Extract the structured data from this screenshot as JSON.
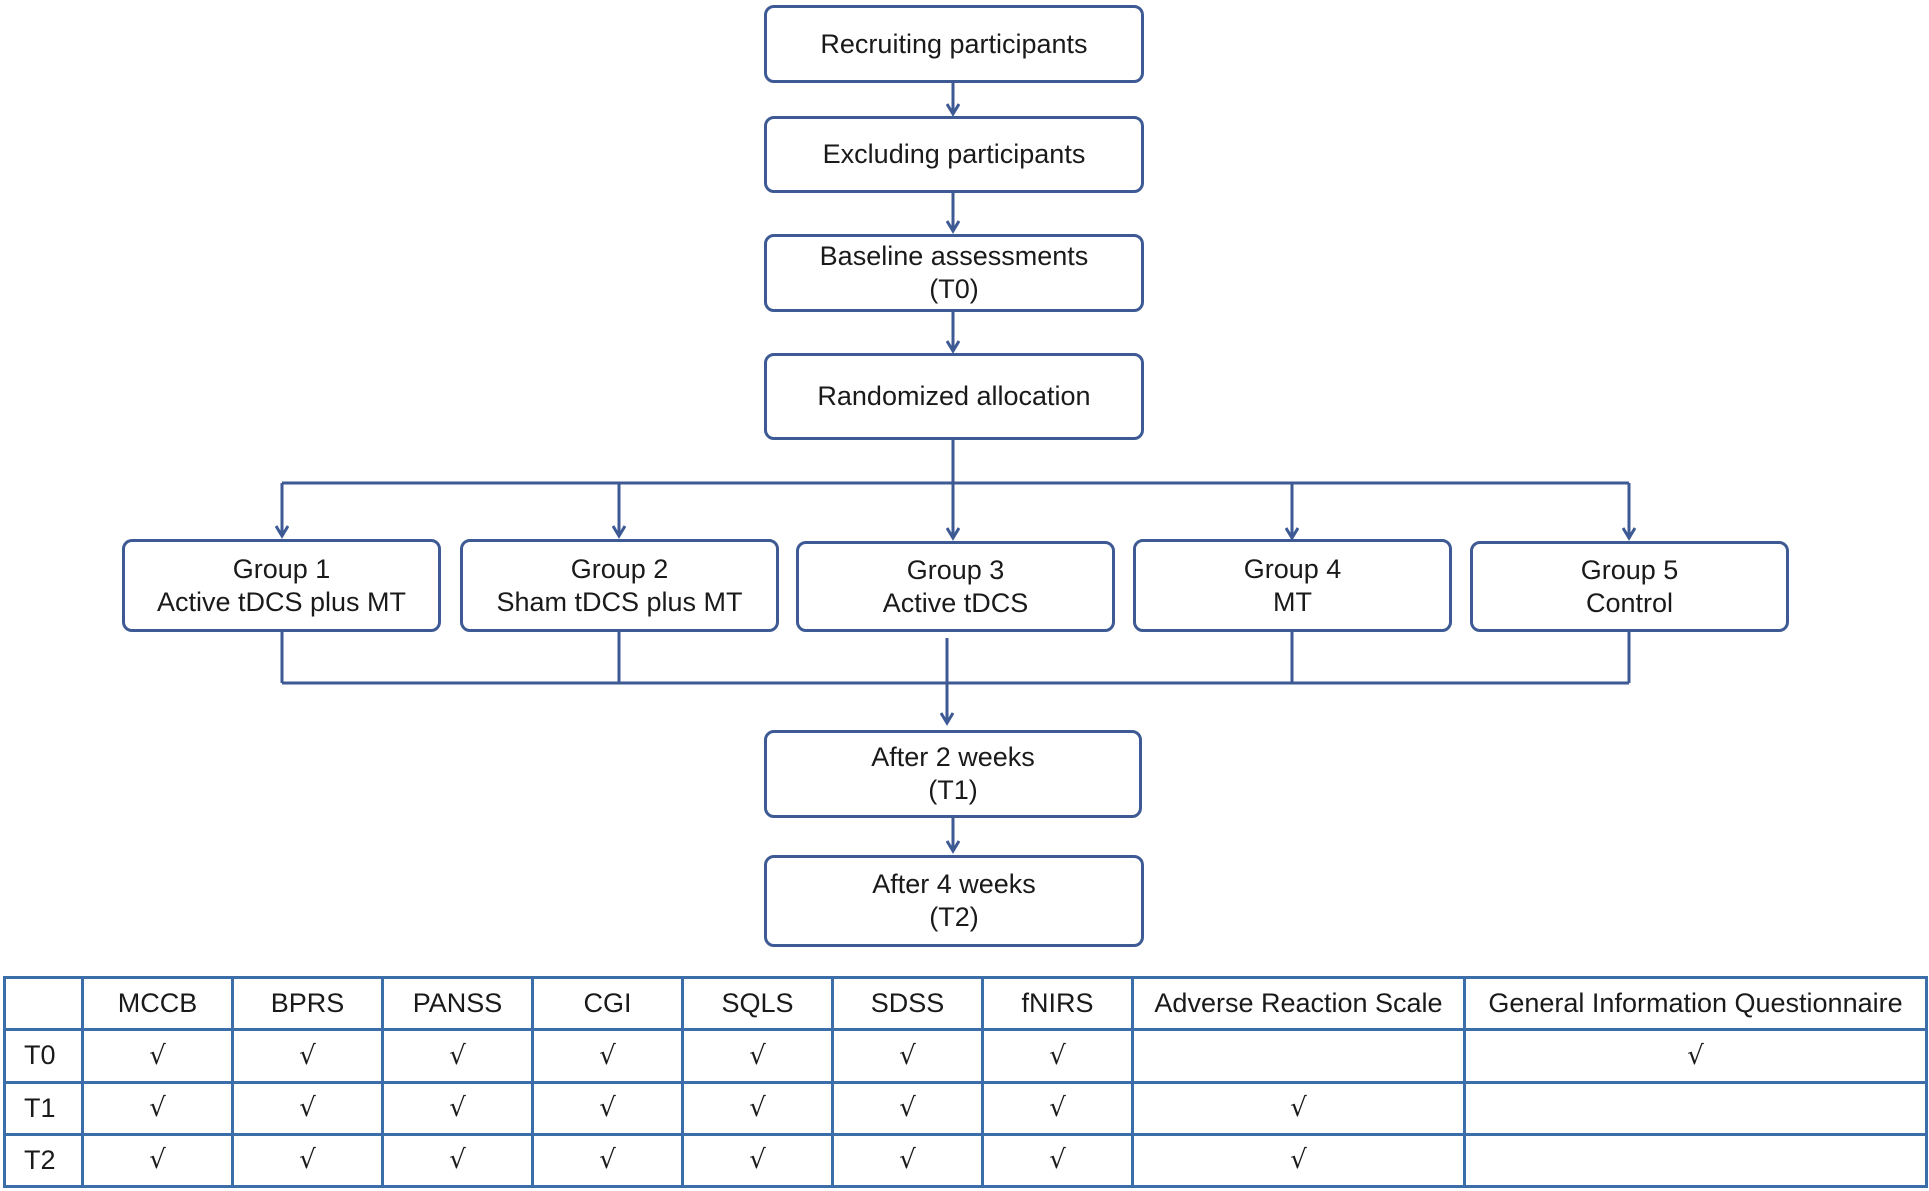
{
  "flow": {
    "recruiting": "Recruiting participants",
    "excluding": "Excluding participants",
    "baseline": {
      "line1": "Baseline assessments",
      "line2": "(T0)"
    },
    "randomized": "Randomized allocation",
    "groups": [
      {
        "line1": "Group 1",
        "line2": "Active tDCS plus MT"
      },
      {
        "line1": "Group 2",
        "line2": "Sham tDCS plus MT"
      },
      {
        "line1": "Group 3",
        "line2": "Active tDCS"
      },
      {
        "line1": "Group 4",
        "line2": "MT"
      },
      {
        "line1": "Group 5",
        "line2": "Control"
      }
    ],
    "after2": {
      "line1": "After 2 weeks",
      "line2": "(T1)"
    },
    "after4": {
      "line1": "After 4 weeks",
      "line2": "(T2)"
    }
  },
  "table": {
    "columns": [
      "",
      "MCCB",
      "BPRS",
      "PANSS",
      "CGI",
      "SQLS",
      "SDSS",
      "fNIRS",
      "Adverse Reaction Scale",
      "General Information Questionnaire"
    ],
    "rows": [
      {
        "label": "T0",
        "cells": [
          "√",
          "√",
          "√",
          "√",
          "√",
          "√",
          "√",
          "",
          "√"
        ]
      },
      {
        "label": "T1",
        "cells": [
          "√",
          "√",
          "√",
          "√",
          "√",
          "√",
          "√",
          "√",
          ""
        ]
      },
      {
        "label": "T2",
        "cells": [
          "√",
          "√",
          "√",
          "√",
          "√",
          "√",
          "√",
          "√",
          ""
        ]
      }
    ]
  },
  "colors": {
    "box_border": "#3d5a94",
    "arrow": "#3d5a94",
    "table_border": "#3b6ea8"
  }
}
